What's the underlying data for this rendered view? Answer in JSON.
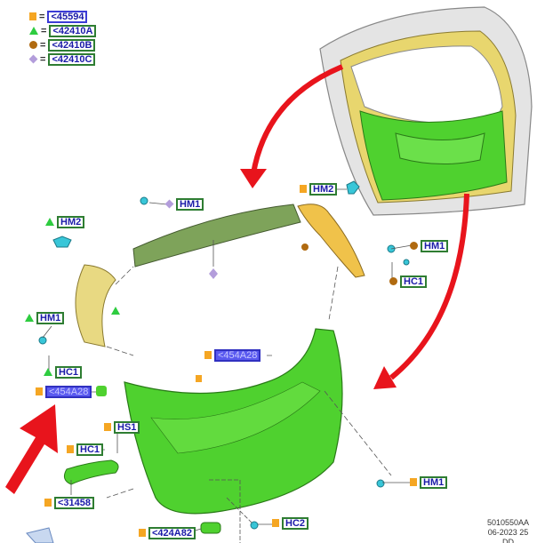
{
  "legend": [
    {
      "symbol": "square",
      "label": "<45594"
    },
    {
      "symbol": "triangle",
      "label": "<42410A"
    },
    {
      "symbol": "circle",
      "label": "<42410B"
    },
    {
      "symbol": "diamond",
      "label": "<42410C"
    }
  ],
  "legend_eq": "=",
  "callouts": {
    "hm1_top": "HM1",
    "hm2_left": "HM2",
    "hm2_right": "HM2",
    "hm1_right": "HM1",
    "hc1_right": "HC1",
    "hm1_left": "HM1",
    "hc1_left": "HC1",
    "part_454a28_left": "<454A28",
    "part_454a28_center": "<454A28",
    "hs1": "HS1",
    "hc1_lower": "HC1",
    "part_31458": "<31458",
    "hm1_lower": "HM1",
    "hc2": "HC2",
    "part_424a82": "<424A82"
  },
  "drawing_code": {
    "line1": "5010550AA",
    "line2": "06-2023 25",
    "line3": "DD"
  },
  "colors": {
    "trim_green": "#4fd12f",
    "trim_yellow": "#e6d36a",
    "arrow_red": "#e8141c",
    "highlight": "#5a5af0",
    "clip_cyan": "#38c6d8"
  }
}
